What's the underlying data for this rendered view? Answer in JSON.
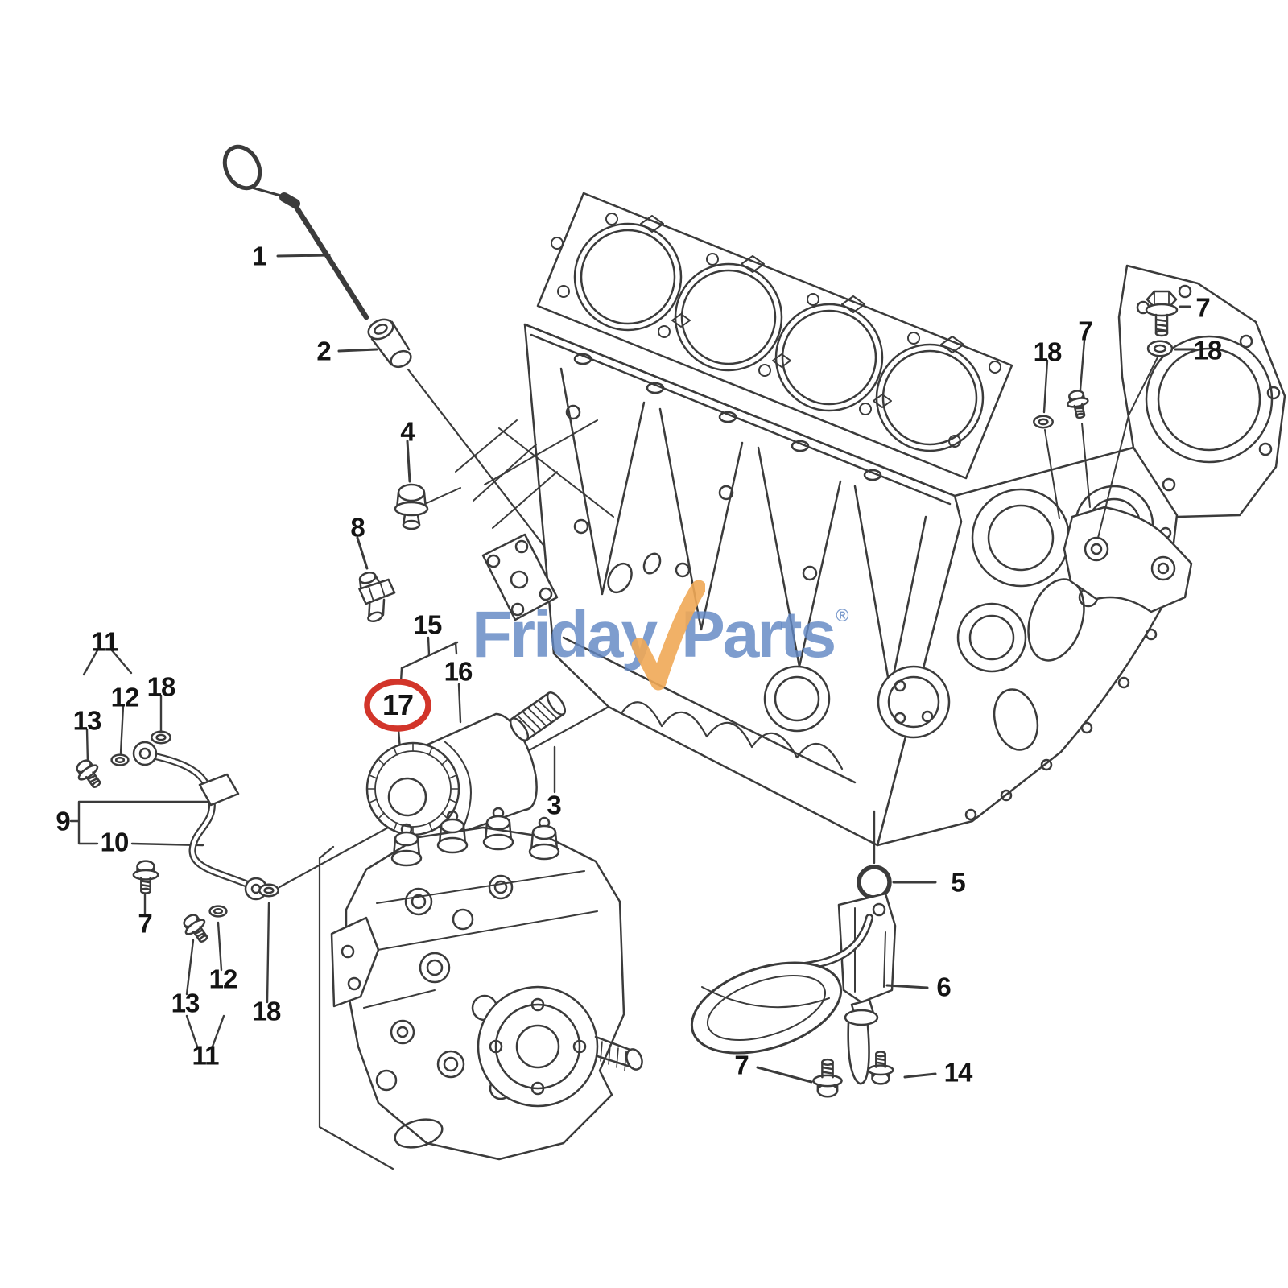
{
  "diagram": {
    "kind": "exploded engine parts diagram",
    "subject": "diesel engine cylinder block with oil filter, dipstick, injection pump and oil pickup",
    "highlighted_part": "17",
    "highlight_color": "#D2352A",
    "line_color": "#3B3B3B"
  },
  "watermark": {
    "word1": "Friday",
    "word2": "Parts",
    "registered": "®",
    "text_color": "#6288C3",
    "check_color": "#F0A857"
  },
  "callouts": [
    "1",
    "2",
    "4",
    "8",
    "15",
    "16",
    "17",
    "3",
    "11",
    "13",
    "12",
    "18",
    "9",
    "10",
    "7",
    "12",
    "13",
    "18",
    "11",
    "5",
    "6",
    "7",
    "14",
    "7",
    "18",
    "7",
    "18"
  ]
}
